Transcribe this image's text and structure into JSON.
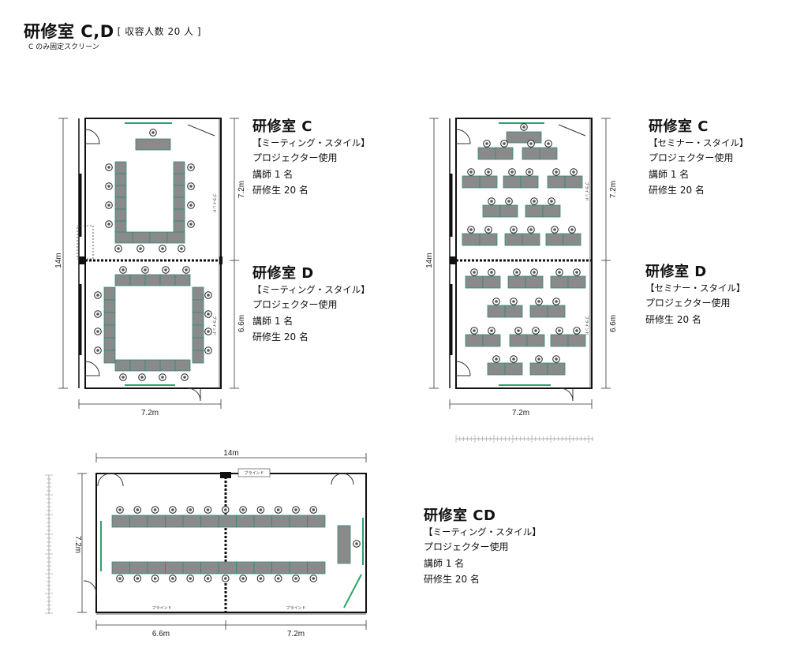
{
  "header": {
    "title": "研修室 C,D",
    "capacity": "[ 収容人数 20 人 ]",
    "note": "C のみ固定スクリーン"
  },
  "layouts": [
    {
      "room": "研修室 C",
      "style": "【ミーティング・スタイル】",
      "details": [
        "プロジェクター使用",
        "講師 1 名",
        "研修生 20 名"
      ]
    },
    {
      "room": "研修室 D",
      "style": "【ミーティング・スタイル】",
      "details": [
        "プロジェクター使用",
        "講師 1 名",
        "研修生 20 名"
      ]
    },
    {
      "room": "研修室 C",
      "style": "【セミナー・スタイル】",
      "details": [
        "プロジェクター使用",
        "講師 1 名",
        "研修生 20 名"
      ]
    },
    {
      "room": "研修室 D",
      "style": "【セミナー・スタイル】",
      "details": [
        "プロジェクター使用",
        "研修生 20 名"
      ]
    },
    {
      "room": "研修室 CD",
      "style": "【ミーティング・スタイル】",
      "details": [
        "プロジェクター使用",
        "講師 1 名",
        "研修生 20 名"
      ]
    }
  ],
  "dimensions": {
    "total_length": "14m",
    "room_c_length": "7.2m",
    "room_d_length": "6.6m",
    "width": "7.2m",
    "cd_width": "7.2m",
    "cd_left_length": "6.6m",
    "cd_right_length": "7.2m"
  },
  "plan_text": {
    "blind": "ブラインド"
  },
  "colors": {
    "table": "#8a8a8a",
    "table_edge": "#2f8a78",
    "screen": "#2da36a",
    "wall": "#111111"
  }
}
